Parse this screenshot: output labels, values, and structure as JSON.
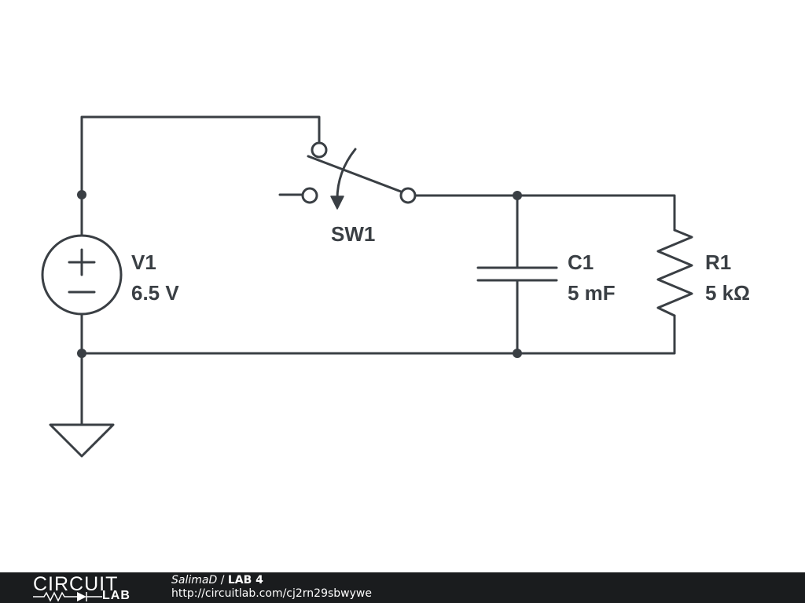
{
  "components": {
    "v1": {
      "name": "V1",
      "value": "6.5 V"
    },
    "sw1": {
      "name": "SW1"
    },
    "c1": {
      "name": "C1",
      "value": "5 mF"
    },
    "r1": {
      "name": "R1",
      "value": "5 kΩ"
    }
  },
  "footer": {
    "logo_top": "CIRCUIT",
    "logo_bottom": "LAB",
    "author": "SalimaD",
    "separator": " / ",
    "title": "LAB 4",
    "url": "http://circuitlab.com/cj2rn29sbwywe"
  },
  "colors": {
    "wire": "#3a3f44",
    "footer_bg": "#1a1c1e",
    "text": "#3a3f44"
  }
}
